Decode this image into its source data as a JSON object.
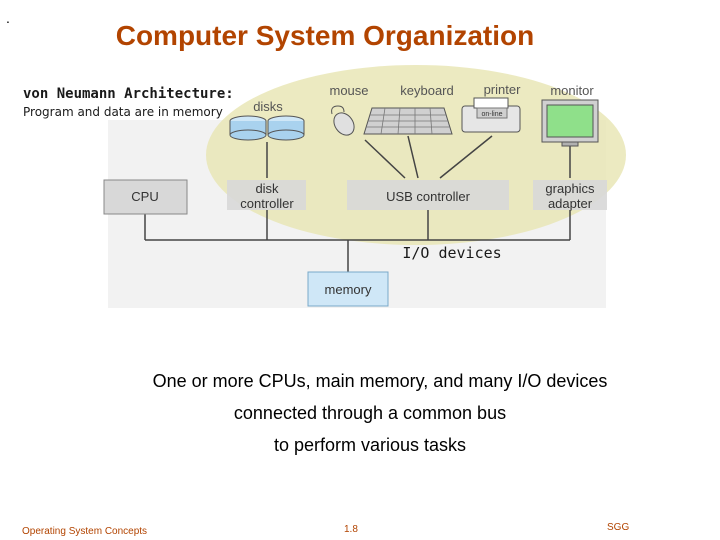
{
  "slide": {
    "marker": ".",
    "title": "Computer System Organization",
    "subtitle_heading": "von Neumann Architecture:",
    "subtitle_text": "Program and data are in memory"
  },
  "diagram": {
    "devices": {
      "disks": "disks",
      "mouse": "mouse",
      "keyboard": "keyboard",
      "printer": "printer",
      "printer_panel": "on-line",
      "monitor": "monitor"
    },
    "boxes": {
      "cpu": "CPU",
      "disk_controller_1": "disk",
      "disk_controller_2": "controller",
      "usb_controller": "USB controller",
      "graphics_adapter_1": "graphics",
      "graphics_adapter_2": "adapter",
      "memory": "memory"
    },
    "io_region_label": "I/O devices",
    "colors": {
      "io_highlight": "#e9e6b6",
      "box_fill": "#d8d8d8",
      "memory_fill": "#cfe7f7",
      "title": "#b24400"
    }
  },
  "caption": {
    "line1": "One or more CPUs, main memory, and many I/O devices",
    "line2": "connected through a common bus",
    "line3": "to perform various tasks"
  },
  "footer": {
    "left": "Operating System Concepts",
    "center": "1.8",
    "right": "SGG"
  }
}
